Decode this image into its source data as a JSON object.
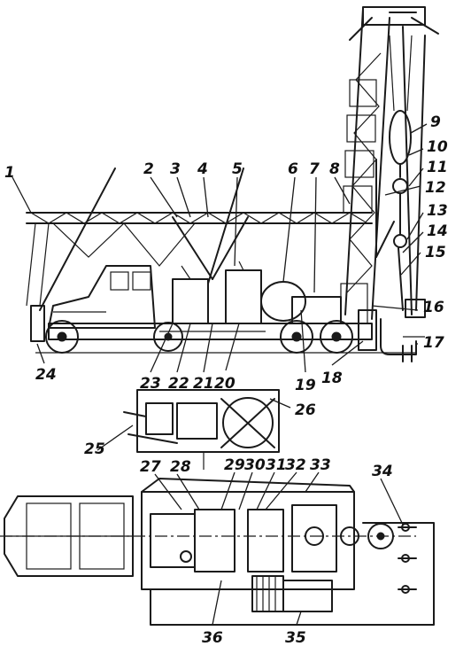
{
  "diagram": {
    "callouts": [
      {
        "id": "c1",
        "text": "1"
      },
      {
        "id": "c2",
        "text": "2"
      },
      {
        "id": "c3",
        "text": "3"
      },
      {
        "id": "c4",
        "text": "4"
      },
      {
        "id": "c5",
        "text": "5"
      },
      {
        "id": "c6",
        "text": "6"
      },
      {
        "id": "c7",
        "text": "7"
      },
      {
        "id": "c8",
        "text": "8"
      },
      {
        "id": "c9",
        "text": "9"
      },
      {
        "id": "c10",
        "text": "10"
      },
      {
        "id": "c11",
        "text": "11"
      },
      {
        "id": "c12",
        "text": "12"
      },
      {
        "id": "c13",
        "text": "13"
      },
      {
        "id": "c14",
        "text": "14"
      },
      {
        "id": "c15",
        "text": "15"
      },
      {
        "id": "c16",
        "text": "16"
      },
      {
        "id": "c17",
        "text": "17"
      },
      {
        "id": "c18",
        "text": "18"
      },
      {
        "id": "c19",
        "text": "19"
      },
      {
        "id": "c20",
        "text": "20"
      },
      {
        "id": "c21",
        "text": "21"
      },
      {
        "id": "c22",
        "text": "22"
      },
      {
        "id": "c23",
        "text": "23"
      },
      {
        "id": "c24",
        "text": "24"
      },
      {
        "id": "c25",
        "text": "25"
      },
      {
        "id": "c26",
        "text": "26"
      },
      {
        "id": "c27",
        "text": "27"
      },
      {
        "id": "c28",
        "text": "28"
      },
      {
        "id": "c29",
        "text": "29"
      },
      {
        "id": "c30",
        "text": "30"
      },
      {
        "id": "c31",
        "text": "31"
      },
      {
        "id": "c32",
        "text": "32"
      },
      {
        "id": "c33",
        "text": "33"
      },
      {
        "id": "c34",
        "text": "34"
      },
      {
        "id": "c35",
        "text": "35"
      },
      {
        "id": "c36",
        "text": "36"
      }
    ]
  }
}
